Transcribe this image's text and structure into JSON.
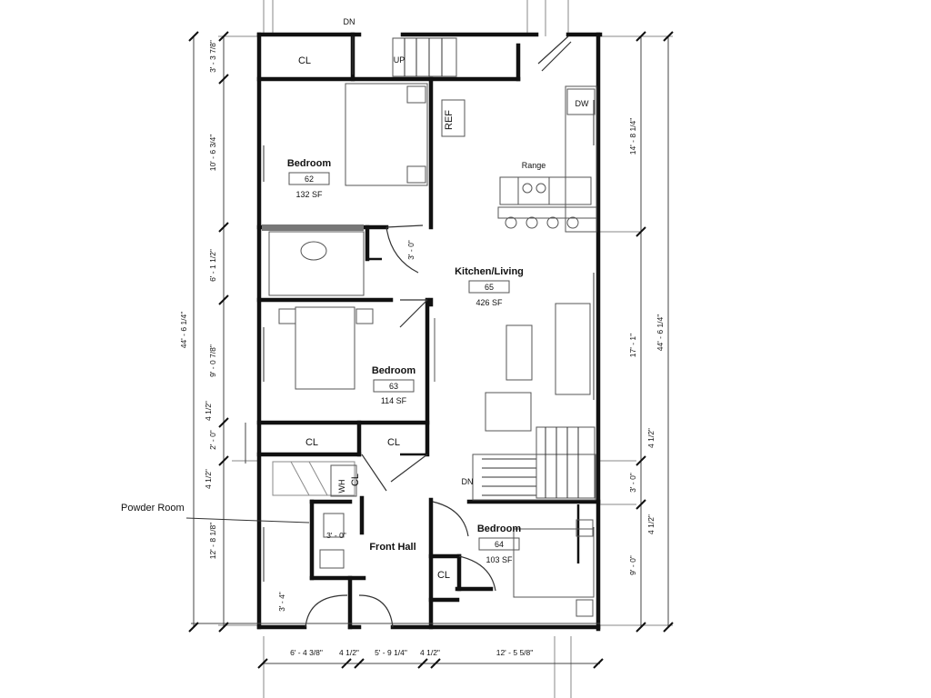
{
  "rooms": [
    {
      "id": "bedroom-62",
      "name": "Bedroom",
      "number": "62",
      "area": "132 SF"
    },
    {
      "id": "bedroom-63",
      "name": "Bedroom",
      "number": "63",
      "area": "114 SF"
    },
    {
      "id": "bedroom-64",
      "name": "Bedroom",
      "number": "64",
      "area": "103 SF"
    },
    {
      "id": "kitchen-living",
      "name": "Kitchen/Living",
      "number": "65",
      "area": "426 SF"
    }
  ],
  "labels": {
    "front_hall": "Front Hall",
    "powder_room": "Powder Room",
    "closet": "CL",
    "water_heater": "WH",
    "refrigerator": "REF",
    "dishwasher": "DW",
    "range": "Range",
    "up": "UP",
    "down": "DN",
    "door_3_0_a": "3' - 0\"",
    "door_3_0_b": "3' - 0\"",
    "door_3_4": "3' - 4\""
  },
  "dimensions": {
    "left": [
      "3' - 3 7/8\"",
      "10' - 6 3/4\"",
      "6' - 1 1/2\"",
      "9' - 0 7/8\"",
      "4 1/2\"",
      "2' - 0\"",
      "4 1/2\"",
      "12' - 8 1/8\""
    ],
    "left_overall": "44' - 6 1/4\"",
    "right": [
      "14' - 8 1/4\"",
      "17' - 1\"",
      "4 1/2\"",
      "3' - 0\"",
      "4 1/2\"",
      "9' - 0\""
    ],
    "right_overall": "44' - 6 1/4\"",
    "bottom": [
      "6' - 4 3/8\"",
      "4 1/2\"",
      "5' - 9 1/4\"",
      "4 1/2\"",
      "12' - 5 5/8\""
    ]
  }
}
